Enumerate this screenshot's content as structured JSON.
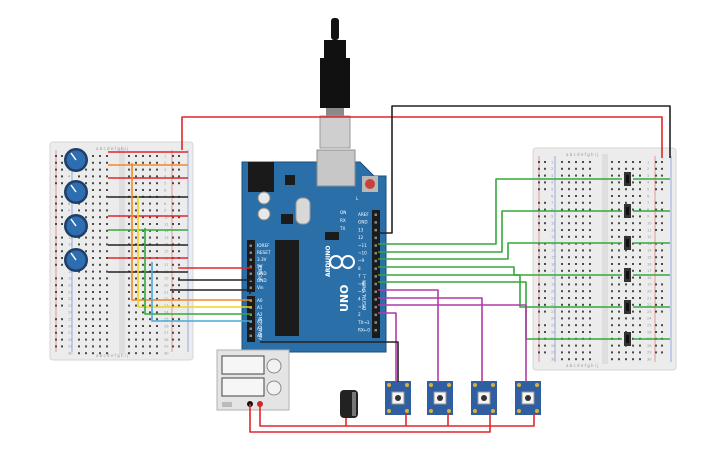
{
  "board": {
    "digital_pins": [
      "AREF",
      "GND",
      "13",
      "12",
      "~11",
      "~10",
      "~9",
      "8",
      "7",
      "~6",
      "~5",
      "4",
      "~3",
      "2",
      "TX→1",
      "RX←0"
    ],
    "power_pins": [
      "IOREF",
      "RESET",
      "3.3V",
      "5V",
      "GND",
      "GND",
      "Vin"
    ],
    "analog_pins": [
      "A0",
      "A1",
      "A2",
      "A3",
      "A4",
      "A5"
    ],
    "logo_text": "ARDUINO",
    "model_text": "UNO",
    "section_digital": "DIGITAL (PWM ~)",
    "section_power": "POWER",
    "section_analog": "ANALOG IN",
    "header_labels": [
      "TX",
      "RX",
      "L",
      "ON"
    ]
  },
  "breadboard_left": {
    "column_letters_top": "a b c d e   f g h i j",
    "column_letters_bottom": "a b c d e   f g h i j",
    "row_numbers": [
      "1",
      "2",
      "3",
      "4",
      "5",
      "6",
      "7",
      "8",
      "9",
      "10",
      "11",
      "12",
      "13",
      "14",
      "15",
      "16",
      "17",
      "18",
      "19",
      "20",
      "21",
      "22",
      "23",
      "24",
      "25",
      "26",
      "27",
      "28",
      "29",
      "30"
    ]
  },
  "breadboard_right": {
    "column_letters_top": "a b c d e   f g h i j",
    "column_letters_bottom": "a b c d e   f g h i j",
    "row_numbers": [
      "1",
      "2",
      "3",
      "4",
      "5",
      "6",
      "7",
      "8",
      "9",
      "10",
      "11",
      "12",
      "13",
      "14",
      "15",
      "16",
      "17",
      "18",
      "19",
      "20",
      "21",
      "22",
      "23",
      "24",
      "25",
      "26",
      "27",
      "28",
      "29",
      "30"
    ]
  },
  "colors": {
    "wire_red": "#e0262b",
    "wire_black": "#222222",
    "wire_green": "#34a83a",
    "wire_magenta": "#b23aa8",
    "wire_orange": "#f08a24",
    "wire_yellow": "#f2d31b",
    "wire_blue": "#4aa8d8",
    "arduino_blue": "#2b6fa8"
  }
}
